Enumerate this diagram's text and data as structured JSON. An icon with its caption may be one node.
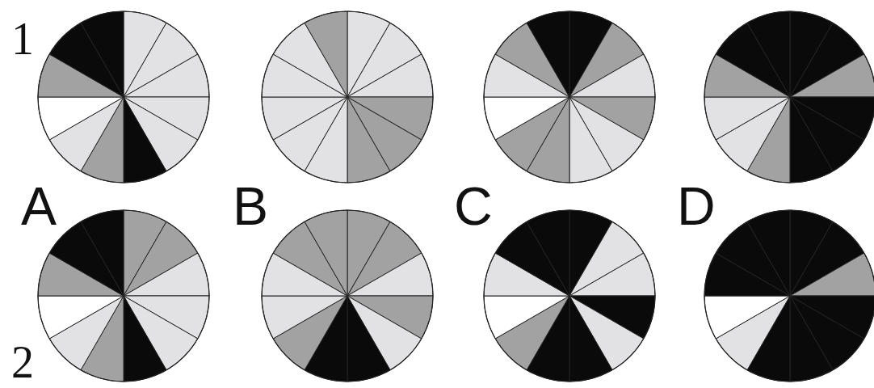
{
  "diagram": {
    "labels": [
      "1",
      "A",
      "B",
      "C",
      "D",
      "2"
    ]
  }
}
